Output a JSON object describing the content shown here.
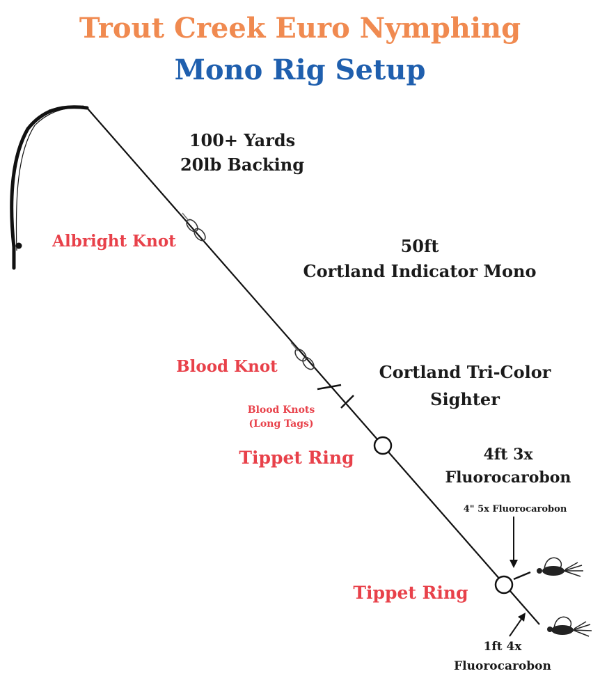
{
  "title": {
    "line1": "Trout Creek Euro Nymphing",
    "line2": "Mono Rig Setup"
  },
  "colors": {
    "title_orange": "#f08a50",
    "title_blue": "#1f5fae",
    "knot_red": "#e8414a",
    "text_dark": "#1a1a1a"
  },
  "sections": {
    "backing": {
      "line1": "100+ Yards",
      "line2": "20lb Backing"
    },
    "mono": {
      "line1": "50ft",
      "line2": "Cortland Indicator Mono"
    },
    "sighter": {
      "line1": "Cortland Tri-Color",
      "line2": "Sighter"
    },
    "tippet_3x": {
      "line1": "4ft 3x",
      "line2": "Fluorocarobon"
    },
    "dropper_5x": {
      "line1": "4\" 5x Fluorocarobon"
    },
    "tippet_4x": {
      "line1": "1ft 4x",
      "line2": "Fluorocarobon"
    }
  },
  "knots": {
    "albright": "Albright Knot",
    "blood": "Blood Knot",
    "blood_tags": {
      "line1": "Blood Knots",
      "line2": "(Long Tags)"
    },
    "tippet_ring_1": "Tippet Ring",
    "tippet_ring_2": "Tippet Ring"
  },
  "icons": [
    "fly-rod-icon",
    "nymph-fly-icon",
    "arrow-icon",
    "knot-icon",
    "tippet-ring-icon"
  ]
}
